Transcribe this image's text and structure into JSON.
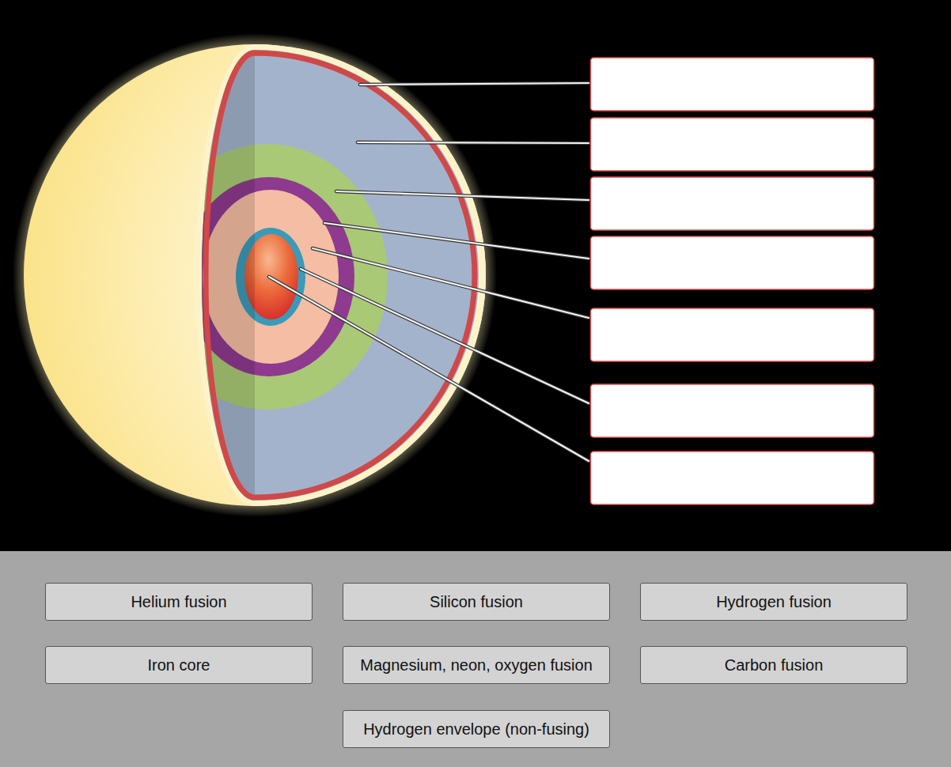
{
  "diagram": {
    "nodes": [
      {
        "text": [
          "Helium fusion"
        ]
      },
      {
        "text": [
          "Silicon fusion"
        ]
      },
      {
        "text": [
          "Hydrogen fusion"
        ]
      },
      {
        "text": [
          "Iron core"
        ]
      },
      {
        "text": [
          "Magnesium, neon, oxygen fusion"
        ]
      },
      {
        "text": [
          "Carbon fusion"
        ]
      },
      {
        "text": [
          "Hydrogen envelope (non-fusing)"
        ]
      }
    ]
  }
}
